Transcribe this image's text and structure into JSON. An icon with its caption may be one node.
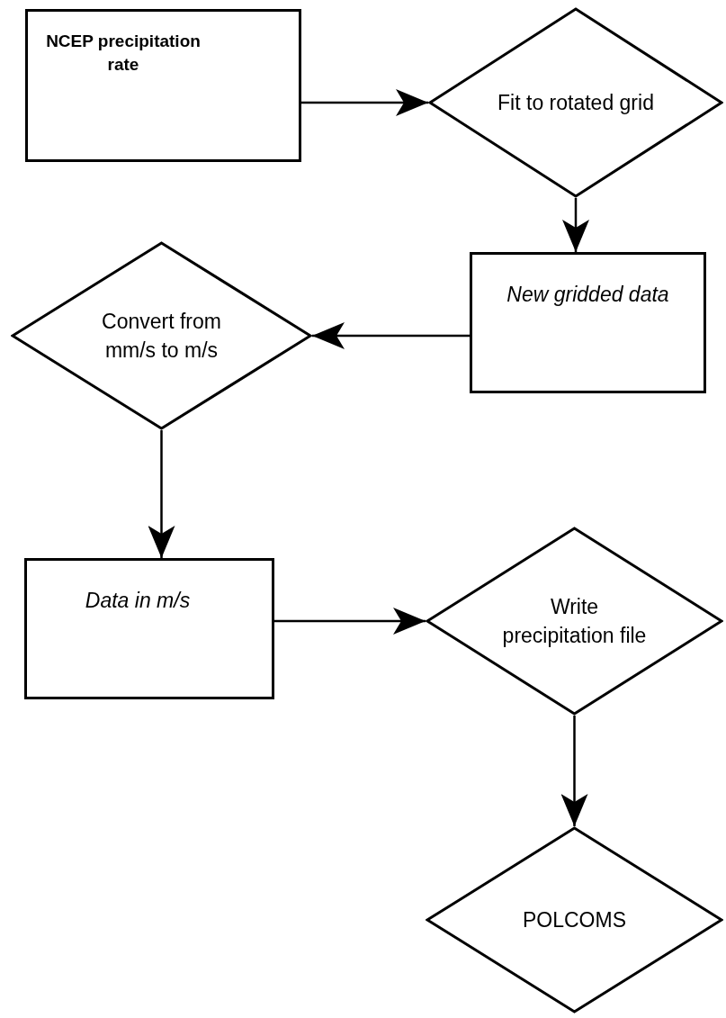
{
  "diagram": {
    "nodes": [
      {
        "text": [
          "NCEP precipitation rate"
        ]
      },
      {
        "text": [
          "Fit to rotated grid"
        ]
      },
      {
        "text": [
          "New gridded data"
        ]
      },
      {
        "text": [
          "Convert from mm/s to m/s"
        ]
      },
      {
        "text": [
          "Data in m/s"
        ]
      },
      {
        "text": [
          "Write precipitation file"
        ]
      },
      {
        "text": [
          "POLCOMS"
        ]
      }
    ],
    "edges": [
      {
        "from": 0,
        "to": 1,
        "arrow": "to"
      },
      {
        "from": 1,
        "to": 2,
        "arrow": "to"
      },
      {
        "from": 2,
        "to": 3,
        "arrow": "to"
      },
      {
        "from": 3,
        "to": 4,
        "arrow": "to"
      },
      {
        "from": 4,
        "to": 5,
        "arrow": "to"
      },
      {
        "from": 5,
        "to": 6,
        "arrow": "to"
      }
    ]
  }
}
